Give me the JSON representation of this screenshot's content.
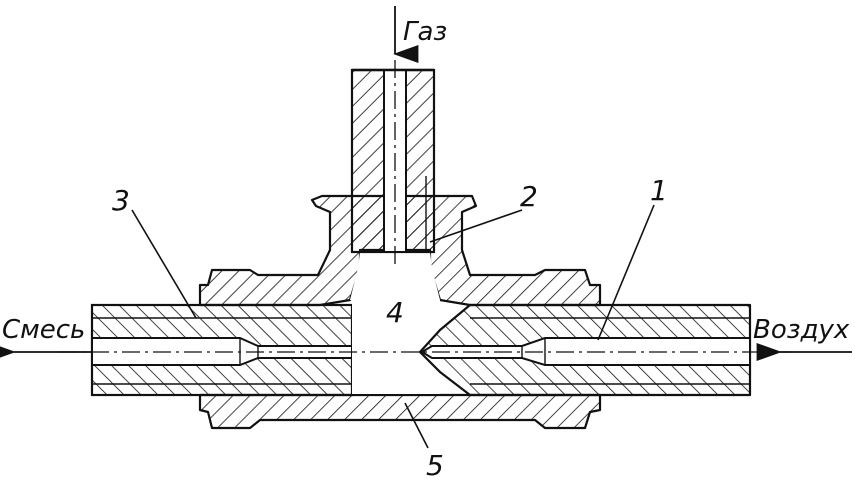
{
  "labels": {
    "gas": "Газ",
    "mixture": "Смесь",
    "air": "Воздух",
    "part1": "1",
    "part2": "2",
    "part3": "3",
    "part4": "4",
    "part5": "5"
  },
  "colors": {
    "ink": "#111111",
    "paper": "#ffffff"
  }
}
